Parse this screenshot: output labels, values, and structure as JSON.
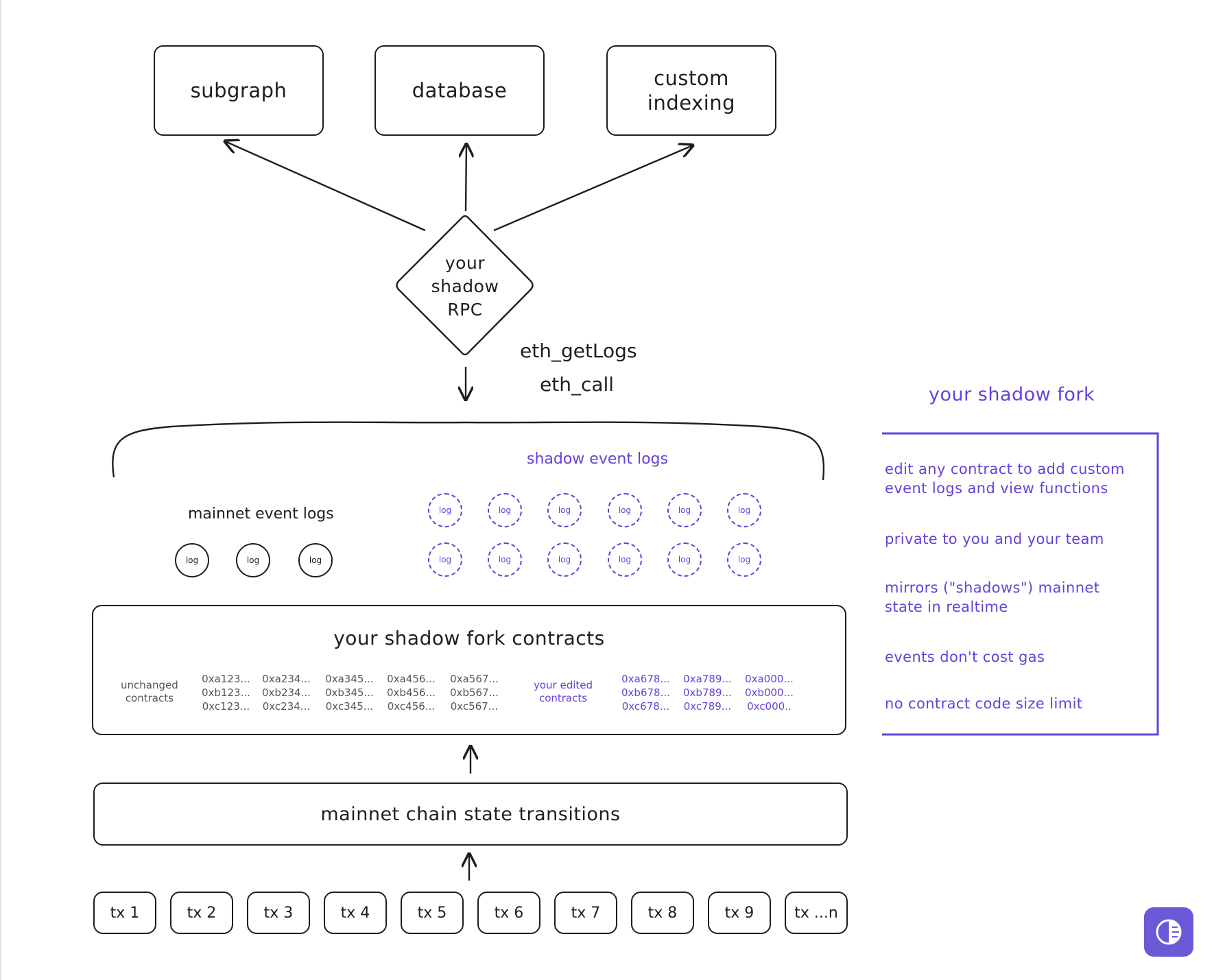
{
  "nodes": {
    "subgraph": "subgraph",
    "database": "database",
    "custom_indexing_line1": "custom",
    "custom_indexing_line2": "indexing",
    "rpc_line1": "your",
    "rpc_line2": "shadow",
    "rpc_line3": "RPC"
  },
  "methods": [
    "eth_getLogs",
    "eth_call"
  ],
  "logs": {
    "shadow_title": "shadow event logs",
    "mainnet_title": "mainnet event logs",
    "log_label": "log"
  },
  "contracts": {
    "title": "your shadow fork contracts",
    "unchanged_line1": "unchanged",
    "unchanged_line2": "contracts",
    "edited_line1": "your edited",
    "edited_line2": "contracts",
    "unchanged_columns": [
      [
        "0xa123...",
        "0xb123...",
        "0xc123..."
      ],
      [
        "0xa234...",
        "0xb234...",
        "0xc234..."
      ],
      [
        "0xa345...",
        "0xb345...",
        "0xc345..."
      ],
      [
        "0xa456...",
        "0xb456...",
        "0xc456..."
      ],
      [
        "0xa567...",
        "0xb567...",
        "0xc567..."
      ]
    ],
    "edited_columns": [
      [
        "0xa678...",
        "0xb678...",
        "0xc678..."
      ],
      [
        "0xa789...",
        "0xb789...",
        "0xc789..."
      ],
      [
        "0xa000...",
        "0xb000...",
        "0xc000.."
      ]
    ]
  },
  "chain": {
    "title": "mainnet chain state transitions"
  },
  "transactions": [
    "tx 1",
    "tx 2",
    "tx 3",
    "tx 4",
    "tx 5",
    "tx 6",
    "tx 7",
    "tx 8",
    "tx 9",
    "tx ...n"
  ],
  "sidebar": {
    "title": "your shadow fork",
    "f1a": "edit any contract to add custom",
    "f1b": "event logs and view functions",
    "f2": "private to you and your team",
    "f3a": "mirrors (\"shadows\") mainnet",
    "f3b": "state in realtime",
    "f4": "events don't cost gas",
    "f5": "no contract code size limit"
  },
  "colors": {
    "ink": "#1e1e1e",
    "accent": "#6741d9",
    "muted": "#555555",
    "badge": "#6a5ad8"
  }
}
